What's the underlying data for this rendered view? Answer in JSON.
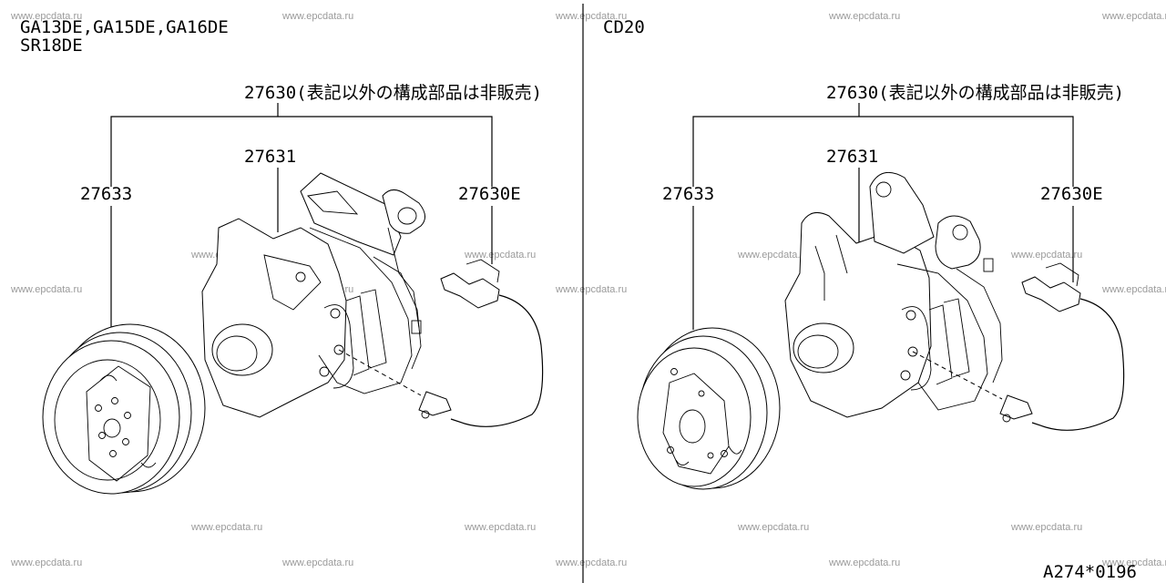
{
  "left_panel": {
    "engine_line_1": "GA13DE,GA15DE,GA16DE",
    "engine_line_2": "SR18DE",
    "callout_assembly": "27630(表記以外の構成部品は非販売)",
    "callout_compressor": "27631",
    "callout_clutch": "27633",
    "callout_harness": "27630E"
  },
  "right_panel": {
    "engine_line_1": "CD20",
    "callout_assembly": "27630(表記以外の構成部品は非販売)",
    "callout_compressor": "27631",
    "callout_clutch": "27633",
    "callout_harness": "27630E"
  },
  "diagram_code": "A274*0196",
  "watermark": "www.epcdata.ru"
}
